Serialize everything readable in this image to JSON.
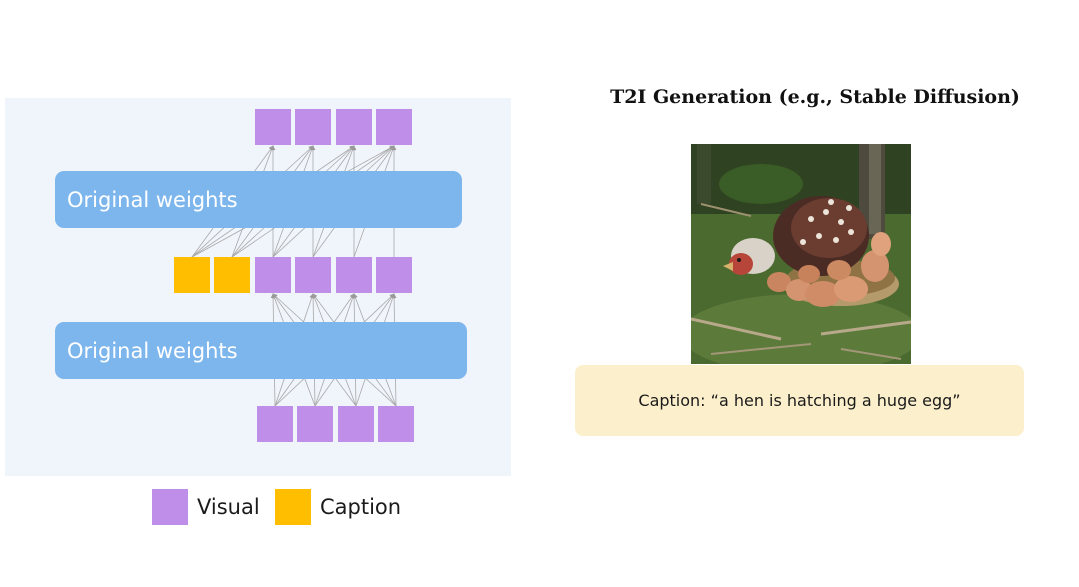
{
  "diagram": {
    "upper_weights_label": "Original weights",
    "lower_weights_label": "Original weights",
    "output_tokens": [
      "visual",
      "visual",
      "visual",
      "visual"
    ],
    "middle_tokens": [
      "caption",
      "caption",
      "visual",
      "visual",
      "visual",
      "visual"
    ],
    "input_tokens": [
      "visual",
      "visual",
      "visual",
      "visual"
    ]
  },
  "legend": {
    "visual_label": "Visual",
    "caption_label": "Caption"
  },
  "colors": {
    "visual": "#bf8ee9",
    "caption": "#ffbe00",
    "weights": "#7db6ec",
    "panel": "#f0f4fb",
    "caption_box": "#fcf0cc"
  },
  "t2i": {
    "title": "T2I Generation (e.g., Stable Diffusion)",
    "image_icon": "hen-hatching-eggs-image",
    "caption": "Caption: “a hen is hatching a huge egg”"
  }
}
